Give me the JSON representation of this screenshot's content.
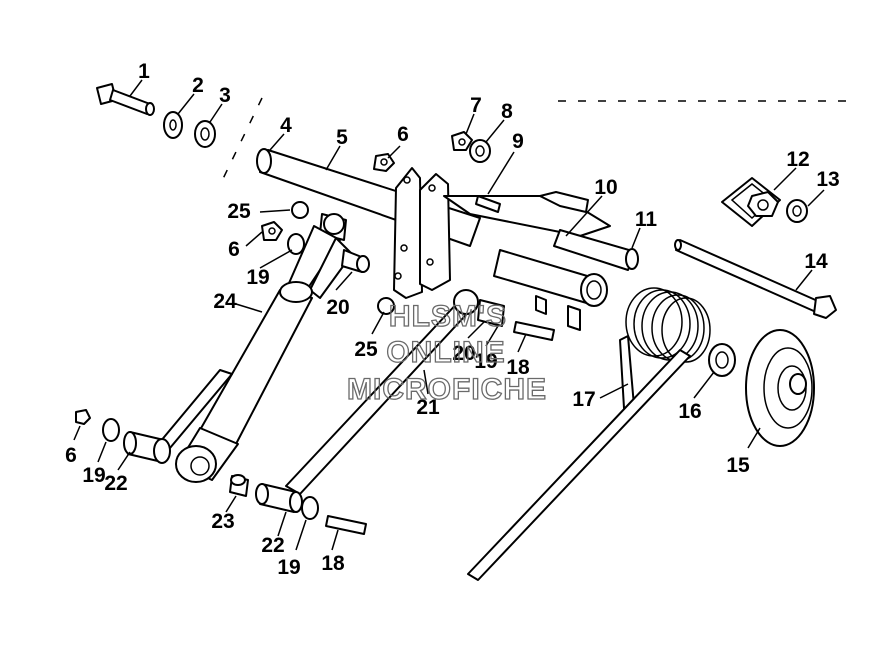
{
  "diagram": {
    "watermark": [
      "HLSM'S",
      "ONLINE",
      "MICROFICHE"
    ],
    "callouts": [
      "1",
      "2",
      "3",
      "4",
      "5",
      "6",
      "6",
      "6",
      "7",
      "8",
      "9",
      "10",
      "11",
      "12",
      "13",
      "14",
      "15",
      "16",
      "17",
      "18",
      "18",
      "19",
      "19",
      "19",
      "19",
      "20",
      "20",
      "21",
      "22",
      "22",
      "23",
      "24",
      "25",
      "25"
    ]
  }
}
